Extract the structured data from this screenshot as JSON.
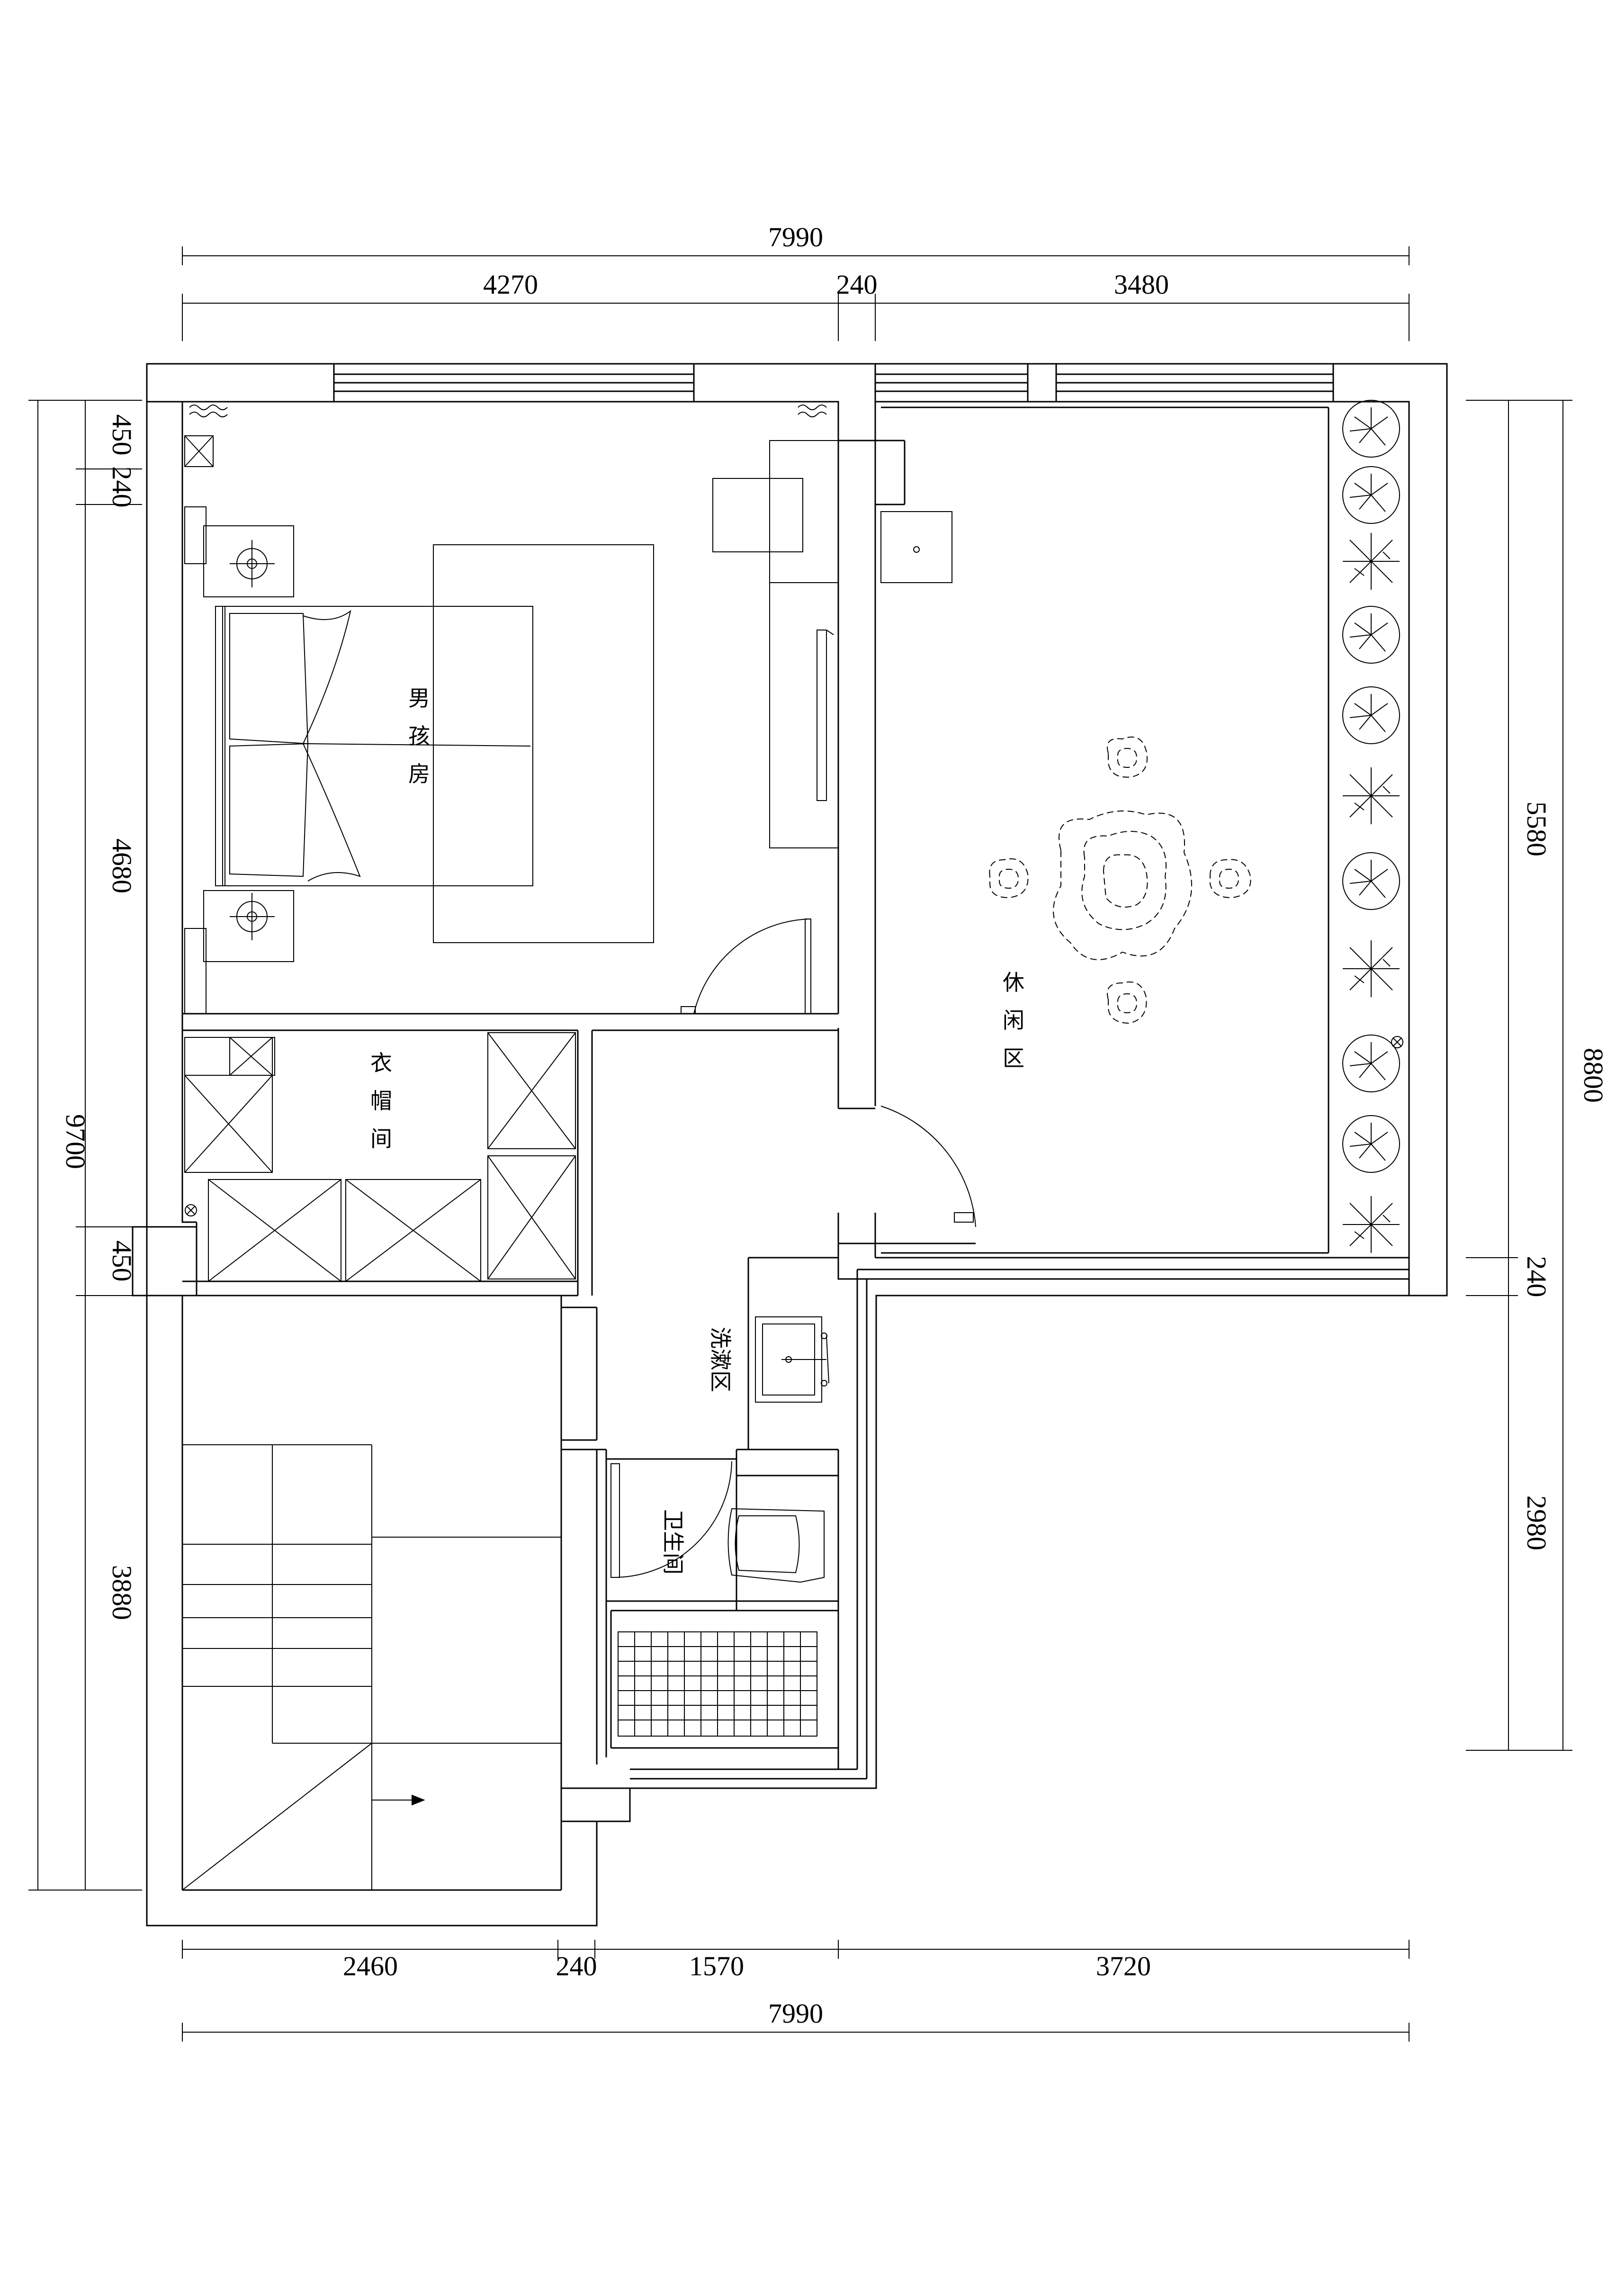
{
  "dimensions": {
    "top_total": "7990",
    "top_left": "4270",
    "top_mid": "240",
    "top_right": "3480",
    "bottom_total": "7990",
    "bottom_1": "2460",
    "bottom_2": "240",
    "bottom_3": "1570",
    "bottom_4": "3720",
    "left_total": "9700",
    "left_450_top": "450",
    "left_240": "240",
    "left_4680": "4680",
    "left_450_mid": "450",
    "left_3880": "3880",
    "right_total": "8800",
    "right_5580": "5580",
    "right_240": "240",
    "right_2980": "2980"
  },
  "rooms": {
    "boys_room": "男孩房",
    "wardrobe": "衣帽间",
    "leisure": "休闲区",
    "wash": "洗漱区",
    "bathroom": "卫生间"
  }
}
